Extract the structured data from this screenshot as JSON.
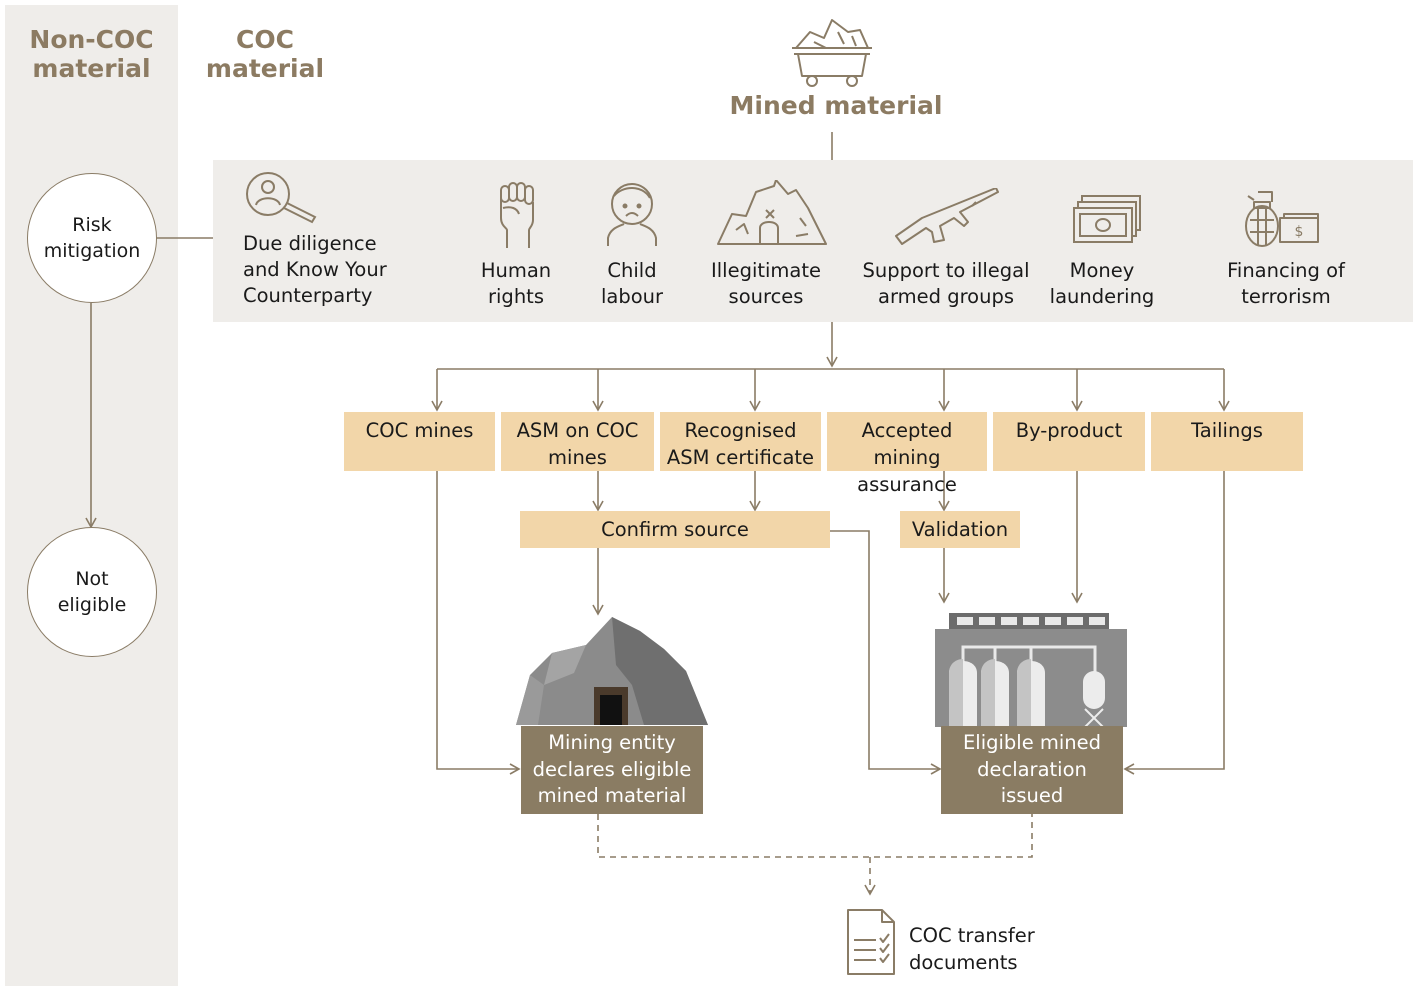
{
  "columns": {
    "non_coc": "Non-COC\nmaterial",
    "coc": "COC\nmaterial"
  },
  "top": {
    "label": "Mined material",
    "icon": "mine-cart-icon"
  },
  "left": {
    "risk": "Risk\nmitigation",
    "not_eligible": "Not\neligible"
  },
  "risks": [
    {
      "label": "Due diligence\nand Know Your\nCounterparty",
      "icon": "person-search-icon"
    },
    {
      "label": "Human\nrights",
      "icon": "raised-fist-icon"
    },
    {
      "label": "Child\nlabour",
      "icon": "child-icon"
    },
    {
      "label": "Illegitimate\nsources",
      "icon": "broken-mine-icon"
    },
    {
      "label": "Support to illegal\narmed groups",
      "icon": "rifle-icon"
    },
    {
      "label": "Money\nlaundering",
      "icon": "banknotes-icon"
    },
    {
      "label": "Financing of\nterrorism",
      "icon": "grenade-dollar-icon"
    }
  ],
  "sources": [
    "COC mines",
    "ASM on COC\nmines",
    "Recognised\nASM certificate",
    "Accepted mining\nassurance",
    "By-product",
    "Tailings"
  ],
  "steps": {
    "confirm": "Confirm source",
    "validation": "Validation"
  },
  "declarations": {
    "mining": "Mining entity\ndeclares eligible\nmined material",
    "issued": "Eligible mined\ndeclaration\nissued"
  },
  "transfer": "COC transfer\ndocuments",
  "colors": {
    "panel": "#efedea",
    "box": "#f2d6a9",
    "dark_box": "#8a7c63",
    "title": "#8c7b62",
    "line": "#8a7c66"
  }
}
